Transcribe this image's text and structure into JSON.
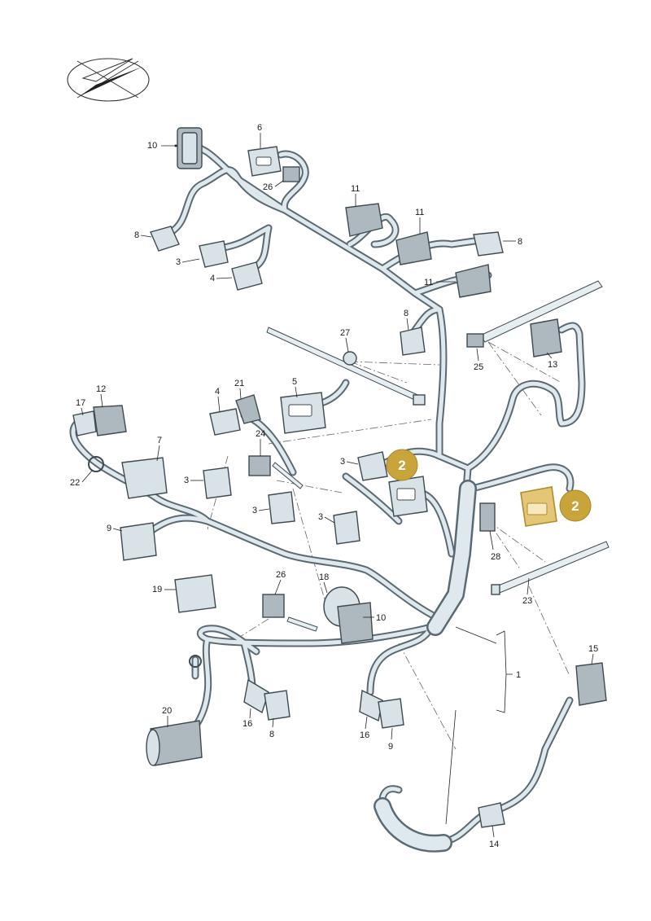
{
  "callouts": {
    "c1": "1",
    "c2a": "2",
    "c2b": "2",
    "c3a": "3",
    "c3b": "3",
    "c3c": "3",
    "c3d": "3",
    "c3e": "3",
    "c4a": "4",
    "c4b": "4",
    "c5": "5",
    "c6": "6",
    "c7": "7",
    "c8a": "8",
    "c8b": "8",
    "c8c": "8",
    "c8d": "8",
    "c9a": "9",
    "c9b": "9",
    "c10a": "10",
    "c10b": "10",
    "c11a": "11",
    "c11b": "11",
    "c11c": "11",
    "c12": "12",
    "c13": "13",
    "c14": "14",
    "c15": "15",
    "c16a": "16",
    "c16b": "16",
    "c17": "17",
    "c18": "18",
    "c19": "19",
    "c20": "20",
    "c21": "21",
    "c22": "22",
    "c23": "23",
    "c24": "24",
    "c25": "25",
    "c26a": "26",
    "c26b": "26",
    "c27": "27",
    "c28": "28"
  },
  "highlight_color": "#c9a43a",
  "icons": [
    "compass-logo-icon"
  ]
}
